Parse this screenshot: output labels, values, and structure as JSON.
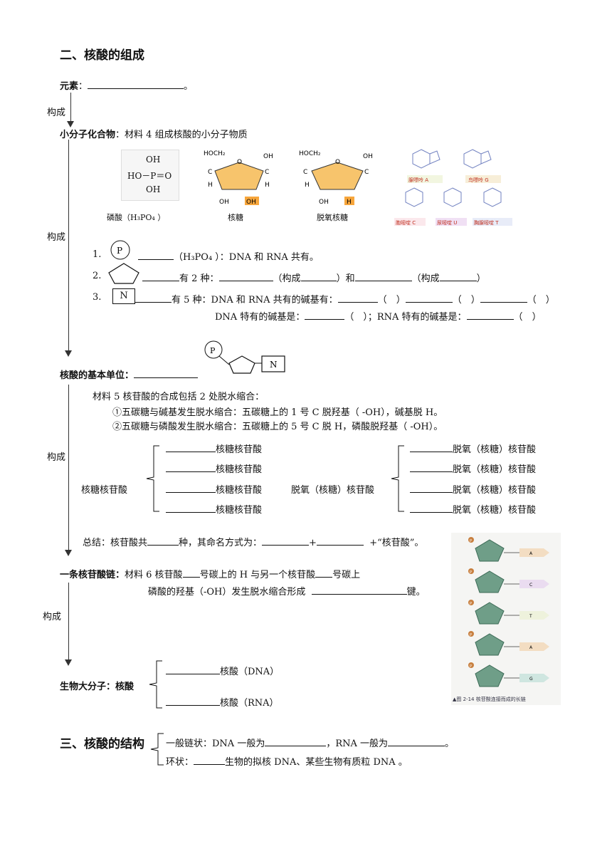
{
  "section2": {
    "title": "二、核酸的组成",
    "elements_label": "元素",
    "colon": "：",
    "period": "。",
    "compose": "构成",
    "small_molecule_label": "小分子化合物",
    "material4": "材料 4  组成核酸的小分子物质",
    "captions": [
      "磷酸（H₃PO₄ ）",
      "核糖",
      "脱氧核糖"
    ],
    "phosphate_formula": [
      "OH",
      "HO－P＝O",
      "OH"
    ],
    "sugar_labels": {
      "hoch2": "HOCH₂",
      "o": "O",
      "oh": "OH",
      "h": "H",
      "c": "C"
    },
    "base_labels": [
      "腺嘌呤 A",
      "鸟嘌呤 G",
      "胞嘧啶 C",
      "尿嘧啶 U",
      "胸腺嘧啶 T"
    ],
    "items": {
      "n1": "1.",
      "p_symbol": "P",
      "line1": "（H₃PO₄ ）：DNA 和 RNA 共有。",
      "n2": "2.",
      "line2a": "有 2 种：",
      "line2b": "（构成",
      "line2c": "）和",
      "line2d": "（构成",
      "line2e": "）",
      "n3": "3.",
      "n_symbol": "N",
      "line3a": "有 5 种：DNA 和 RNA 共有的碱基有：",
      "paren_open": "（",
      "paren_close": "）",
      "line3b": "DNA 特有的碱基是：",
      "line3c": "；RNA 特有的碱基是："
    },
    "basic_unit_label": "核酸的基本单位：",
    "material5": "材料 5  核苷酸的合成包括 2 处脱水缩合：",
    "material5_1": "①五碳糖与碱基发生脱水缩合：五碳糖上的 1 号 C 脱羟基（ -OH），碱基脱 H。",
    "material5_2": "②五碳糖与磷酸发生脱水缩合：五碳糖上的 5 号 C 脱 H，磷酸脱羟基（ -OH）。",
    "ribo_group": "核糖核苷酸",
    "ribo_item": "核糖核苷酸",
    "deoxy_group": "脱氧（核糖）核苷酸",
    "deoxy_item": "脱氧（核糖）核苷酸",
    "summary_a": "总结：核苷酸共",
    "summary_b": "种，其命名方式为：",
    "summary_plus": "+",
    "summary_c": "+“核苷酸”。",
    "chain_label": "一条核苷酸链：",
    "material6_a": "材料 6  核苷酸",
    "material6_b": "号碳上的 H 与另一个核苷酸",
    "material6_c": "号碳上",
    "material6_d": "磷酸的羟基（-OH）发生脱水缩合形成",
    "material6_e": "键。",
    "macro_label": "生物大分子：核酸",
    "dna_item": "核酸（DNA）",
    "rna_item": "核酸（RNA）",
    "chain_letters": [
      "A",
      "C",
      "T",
      "A",
      "G"
    ],
    "chain_caption": "▲图 2-14  核苷酸连接而成的长链"
  },
  "section3": {
    "title": "三、核酸的结构",
    "line1a": "一般链状：DNA 一般为",
    "line1b": "，RNA 一般为",
    "line1c": "。",
    "line2a": "环状：",
    "line2b": "生物的拟核 DNA、某些生物有质粒 DNA  。"
  }
}
